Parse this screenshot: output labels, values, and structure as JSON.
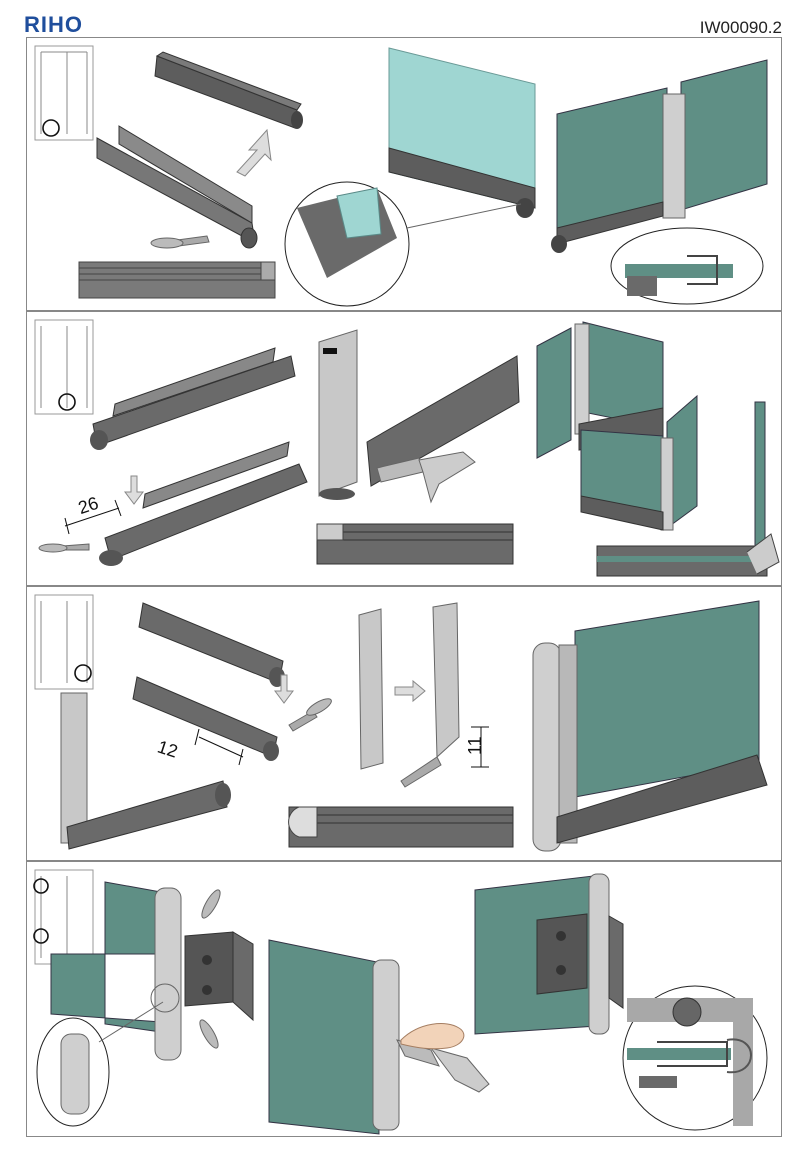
{
  "header": {
    "brand": "RIHO",
    "doc_code": "IW00090.2"
  },
  "steps": [
    {
      "id": 1,
      "dimensions": []
    },
    {
      "id": 2,
      "dimensions": [
        "26"
      ]
    },
    {
      "id": 3,
      "dimensions": [
        "12",
        "11"
      ]
    },
    {
      "id": 4,
      "dimensions": []
    }
  ],
  "colors": {
    "brand": "#1f4e9c",
    "seal_dark": "#5d5d5d",
    "glass": "#5f8f85",
    "glass_light": "#9fd6d2",
    "profile": "#c9c9c9"
  }
}
